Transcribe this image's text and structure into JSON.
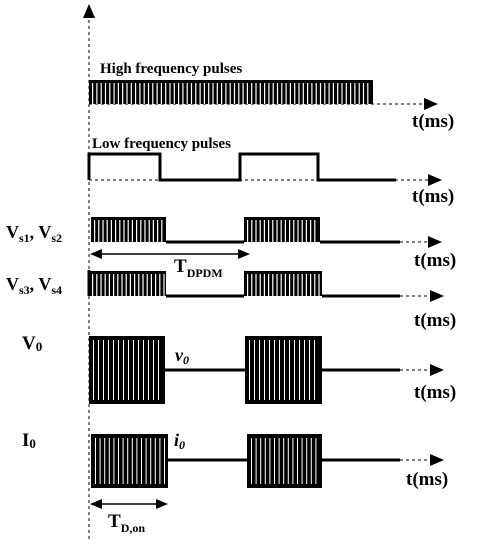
{
  "labels": {
    "high_freq": "High frequency pulses",
    "low_freq": "Low frequency pulses",
    "t_axis": "t(ms)",
    "vs12_main": "V",
    "vs12_sub1": "s1",
    "vs12_sep": ", V",
    "vs12_sub2": "s2",
    "vs34_main": "V",
    "vs34_sub1": "s3",
    "vs34_sep": ", V",
    "vs34_sub2": "s4",
    "v0_main": "V",
    "v0_sub": "0",
    "v0_small_main": "v",
    "v0_small_sub": "0",
    "i0_main": "I",
    "i0_sub": "0",
    "i0_small_main": "i",
    "i0_small_sub": "0",
    "tdpdm_main": "T",
    "tdpdm_sub": "DPDM",
    "tdon_main": "T",
    "tdon_sub": "D,on"
  }
}
